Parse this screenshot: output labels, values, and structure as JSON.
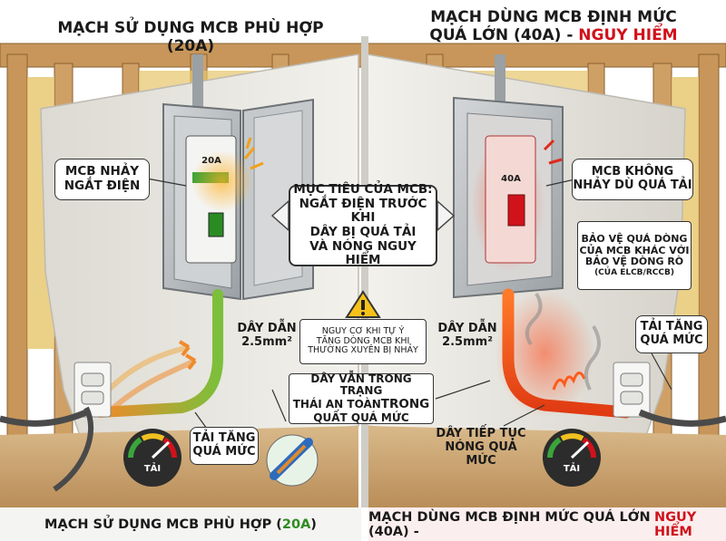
{
  "left_panel": {
    "title": "MẠCH SỬ DỤNG MCB PHÙ HỢP (20A)",
    "breaker_rating": "20A",
    "mcb_label": [
      "MCB NHẢY",
      "NGẮT ĐIỆN"
    ],
    "wire_label": [
      "DÂY DẪN",
      "2.5mm²"
    ],
    "load_label": [
      "TẢI TĂNG",
      "QUÁ MỨC"
    ],
    "gauge_label": "TẢI",
    "footer_prefix": "MẠCH SỬ DỤNG MCB PHÙ HỢP (",
    "footer_highlight": "20A",
    "footer_suffix": ")"
  },
  "right_panel": {
    "title_line1": "MẠCH DÙNG MCB ĐỊNH MỨC",
    "title_line2_prefix": "QUÁ LỚN (40A) - ",
    "title_line2_highlight": "NGUY HIỂM",
    "breaker_rating": "40A",
    "mcb_label": [
      "MCB KHÔNG",
      "NHẢY DÙ QUÁ TẢI"
    ],
    "protection_note": [
      "BẢO VỆ QUÁ DÒNG",
      "CỦA MCB KHÁC VỚI",
      "BẢO VỆ DÒNG RÒ",
      "(CỦA ELCB/RCCB)"
    ],
    "wire_label": [
      "DÂY DẪN",
      "2.5mm²"
    ],
    "load_label": [
      "TẢI TĂNG",
      "QUÁ MỨC"
    ],
    "overheat_label": [
      "DÂY TIẾP TỤC",
      "NÓNG QUÁ MỨC"
    ],
    "gauge_label": "TẢI",
    "footer_prefix": "MẠCH DÙNG MCB ĐỊNH MỨC QUÁ LỚN (40A) - ",
    "footer_highlight": "NGUY HIỂM"
  },
  "center": {
    "goal": [
      "MỤC TIÊU CỦA MCB:",
      "NGẮT ĐIỆN TRƯỚC KHI",
      "DÂY BỊ QUÁ TẢI",
      "VÀ NÓNG NGUY HIỂM"
    ],
    "warning": [
      "NGUY CƠ KHI TỰ Ý",
      "TĂNG DÒNG MCB KHI",
      "THƯỜNG XUYÊN BỊ NHẢY"
    ],
    "wire_state_line1": "DÂY VẪN TRONG TRẠNG",
    "wire_state_line2_a": "THÁI AN TOÀN",
    "wire_state_line2_b": "TRONG",
    "wire_state_line3": "QUẤT QUÁ MỨC"
  },
  "colors": {
    "danger": "#d0121b",
    "safe": "#2e8b22",
    "wood": "#c8965a",
    "wall": "#ecebe6",
    "panel_metal": "#b8bcbf"
  }
}
